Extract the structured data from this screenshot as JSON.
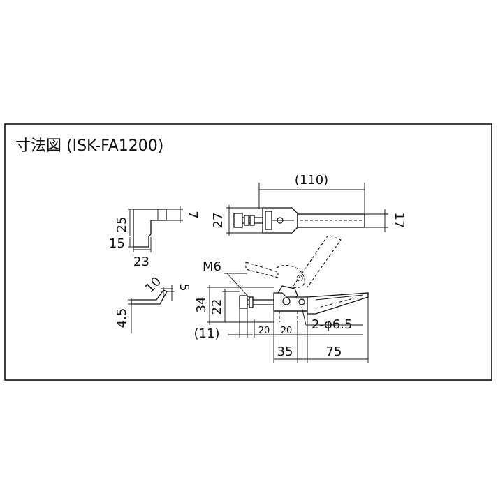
{
  "drawing": {
    "title": "寸法図 (ISK-FA1200)",
    "labels": {
      "top_width": "(110)",
      "top_h27": "27",
      "top_h17": "17",
      "bracket_h25": "25",
      "bracket_h15": "15",
      "bracket_w23": "23",
      "bracket_7": "7",
      "side_10": "10",
      "side_5": "5",
      "side_4_5": "4.5",
      "front_34": "34",
      "front_22": "22",
      "front_m6": "M6",
      "front_11": "(11)",
      "front_20a": "20",
      "front_20b": "20",
      "front_holes": "2-φ6.5",
      "front_35": "35",
      "front_75": "75"
    }
  }
}
